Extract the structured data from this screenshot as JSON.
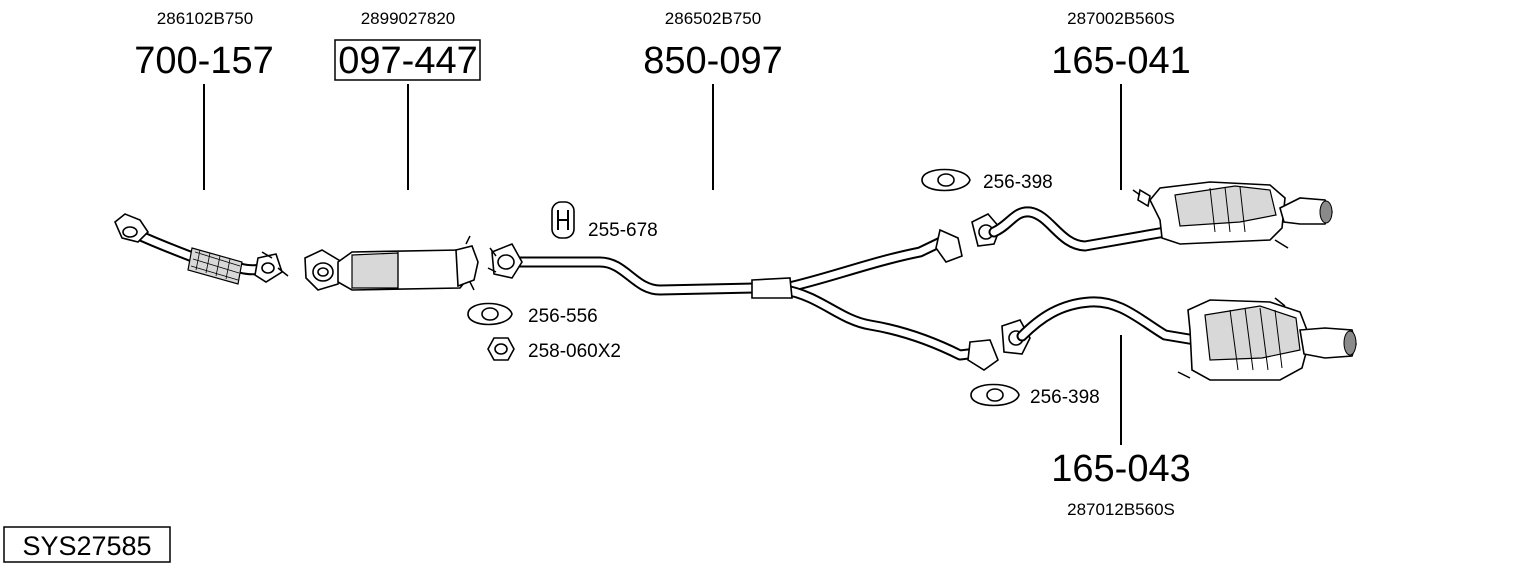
{
  "system_code": "SYS27585",
  "parts": [
    {
      "id": "front-pipe",
      "oem": "286102B750",
      "number": "700-157",
      "boxed": false
    },
    {
      "id": "catalyst",
      "oem": "2899027820",
      "number": "097-447",
      "boxed": true
    },
    {
      "id": "middle-pipe",
      "oem": "286502B750",
      "number": "850-097",
      "boxed": false
    },
    {
      "id": "rear-silencer-upper",
      "oem": "287002B560S",
      "number": "165-041",
      "boxed": false
    },
    {
      "id": "rear-silencer-lower",
      "oem": "287012B560S",
      "number": "165-043",
      "boxed": false
    }
  ],
  "accessories": [
    {
      "id": "hanger",
      "label": "255-678",
      "icon": "rubber-hanger-icon"
    },
    {
      "id": "gasket-catalyst",
      "label": "256-556",
      "icon": "gasket-icon"
    },
    {
      "id": "nut",
      "label": "258-060X2",
      "icon": "hex-nut-icon"
    },
    {
      "id": "gasket-upper",
      "label": "256-398",
      "icon": "gasket-icon"
    },
    {
      "id": "gasket-lower",
      "label": "256-398",
      "icon": "gasket-icon"
    }
  ]
}
